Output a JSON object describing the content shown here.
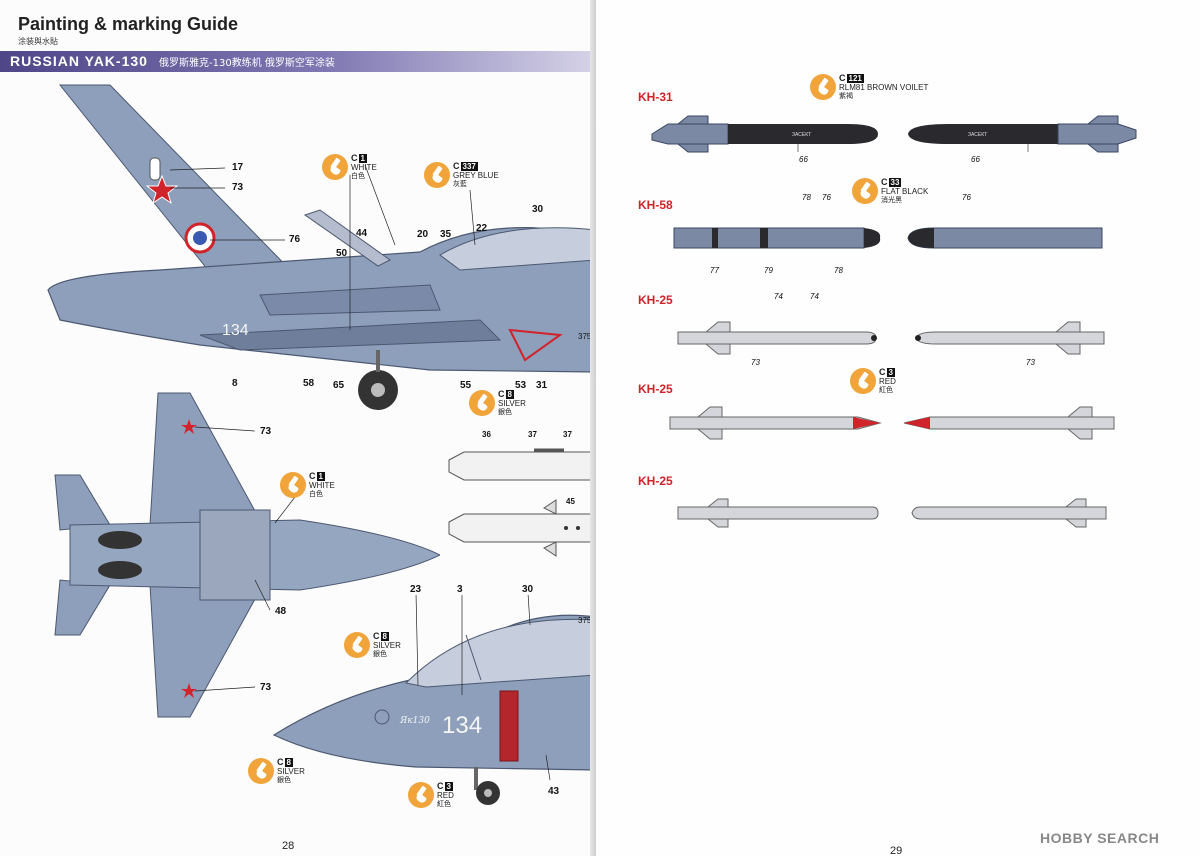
{
  "header": {
    "title": "Painting & marking Guide",
    "subtitle": "涂装與水貼",
    "banner_en": "RUSSIAN YAK-130",
    "banner_cn": "俄罗斯雅克-130教练机  俄罗斯空军涂装"
  },
  "paints": {
    "c1_top": {
      "code": "C",
      "num": "1",
      "name": "WHITE",
      "cn": "白色"
    },
    "c337": {
      "code": "C",
      "num": "337",
      "name": "GREY BLUE",
      "cn": "灰藍"
    },
    "c8_mid": {
      "code": "C",
      "num": "8",
      "name": "SILVER",
      "cn": "銀色"
    },
    "c1_bottom": {
      "code": "C",
      "num": "1",
      "name": "WHITE",
      "cn": "白色"
    },
    "c8_nose": {
      "code": "C",
      "num": "8",
      "name": "SILVER",
      "cn": "銀色"
    },
    "c8_low": {
      "code": "C",
      "num": "8",
      "name": "SILVER",
      "cn": "銀色"
    },
    "c3_gear": {
      "code": "C",
      "num": "3",
      "name": "RED",
      "cn": "紅色"
    },
    "c121": {
      "code": "C",
      "num": "121",
      "name": "RLM81 BROWN VOILET",
      "cn": "紫褐"
    },
    "c33": {
      "code": "C",
      "num": "33",
      "name": "FLAT BLACK",
      "cn": "消光黑"
    },
    "c3_right": {
      "code": "C",
      "num": "3",
      "name": "RED",
      "cn": "紅色"
    }
  },
  "callouts": {
    "n17": "17",
    "n73a": "73",
    "n76": "76",
    "n44": "44",
    "n50": "50",
    "n20": "20",
    "n35": "35",
    "n22": "22",
    "n30a": "30",
    "n8": "8",
    "n58": "58",
    "n65": "65",
    "n55": "55",
    "n53": "53",
    "n31": "31",
    "n375a": "375",
    "n73b": "73",
    "n36": "36",
    "n37a": "37",
    "n37b": "37",
    "n45": "45",
    "n48": "48",
    "n73c": "73",
    "n23": "23",
    "n3": "3",
    "n30b": "30",
    "n375b": "375",
    "n43": "43"
  },
  "fuselage_number": "134",
  "nose_script": "Як130",
  "missiles": {
    "labels": [
      "KH-31",
      "KH-58",
      "KH-25",
      "KH-25",
      "KH-25"
    ],
    "kh31": {
      "num_left": "66",
      "num_right": "66",
      "stencil": "ЗАСЕКТ"
    },
    "kh58": {
      "n78a": "78",
      "n76a": "76",
      "n77": "77",
      "n79": "79",
      "n78b": "78",
      "n76b": "76"
    },
    "kh25a": {
      "n74a": "74",
      "n74b": "74",
      "n73l": "73",
      "n73r": "73"
    }
  },
  "page_numbers": {
    "left": "28",
    "right": "29"
  },
  "watermark": "HOBBY SEARCH",
  "colors": {
    "aircraft": "#8e9fbb",
    "aircraft_dark": "#6f7f9b",
    "banner": "#4f4688",
    "missile_blue": "#7b89a5",
    "missile_black": "#2a2a2e",
    "missile_light": "#d4d6db",
    "red": "#d0232a",
    "paint_icon": "#f0a43a"
  }
}
